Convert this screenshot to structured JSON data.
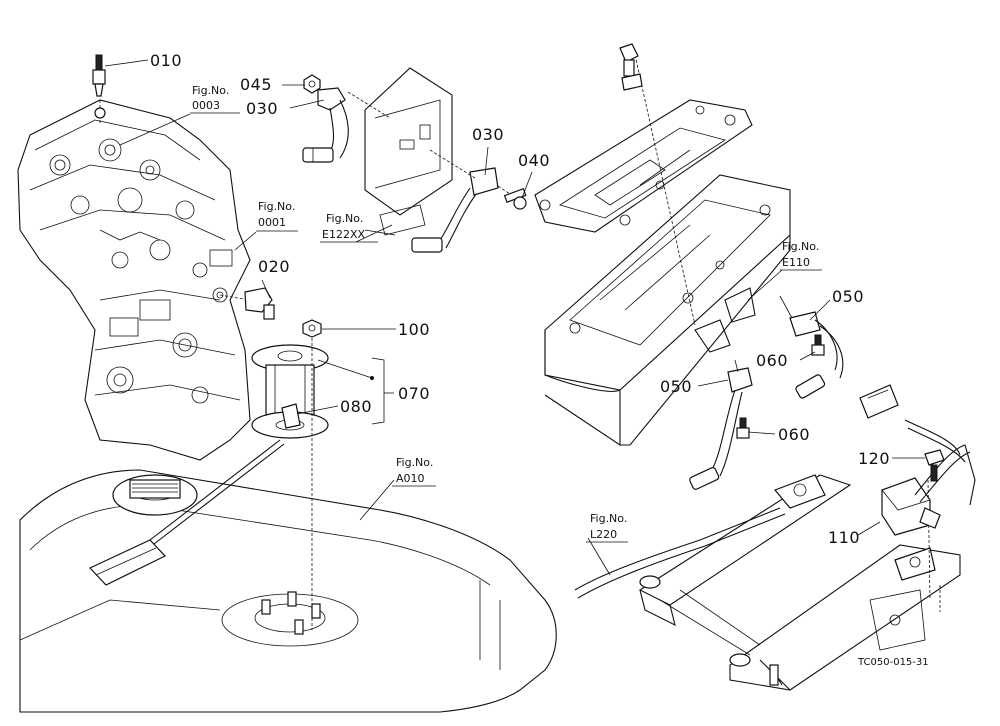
{
  "callouts": {
    "c010": "010",
    "c020": "020",
    "c030a": "030",
    "c030b": "030",
    "c040": "040",
    "c045": "045",
    "c050a": "050",
    "c050b": "050",
    "c060a": "060",
    "c060b": "060",
    "c070": "070",
    "c080": "080",
    "c100": "100",
    "c110": "110",
    "c120": "120"
  },
  "fig_refs": {
    "f0003": {
      "label": "Fig.No.",
      "number": "0003"
    },
    "f0001": {
      "label": "Fig.No.",
      "number": "0001"
    },
    "fE122XX": {
      "label": "Fig.No.",
      "number": "E122XX"
    },
    "fE110": {
      "label": "Fig.No.",
      "number": "E110"
    },
    "fA010": {
      "label": "Fig.No.",
      "number": "A010"
    },
    "fL220": {
      "label": "Fig.No.",
      "number": "L220"
    }
  },
  "drawing_code": "TC050-015-31"
}
